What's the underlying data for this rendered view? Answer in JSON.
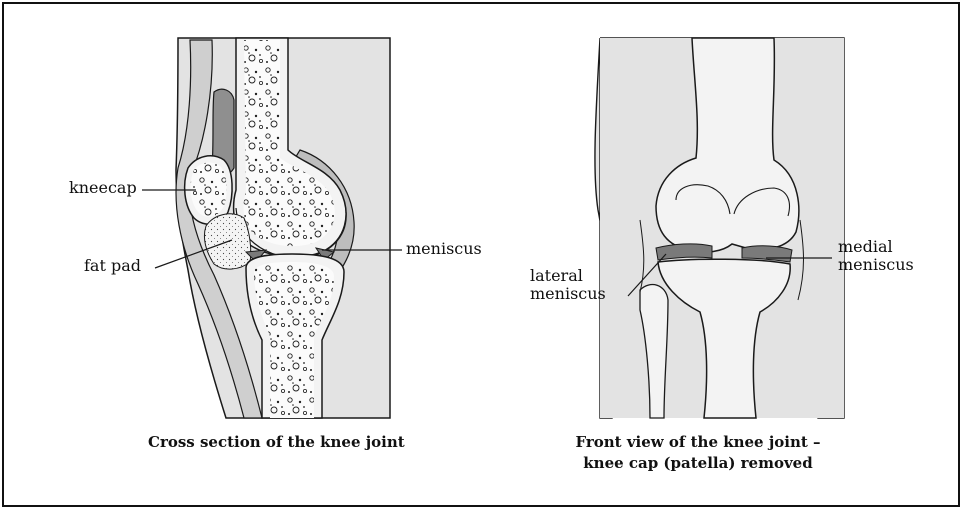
{
  "diagrams": {
    "cross_section": {
      "labels": {
        "kneecap": "kneecap",
        "fat_pad": "fat pad",
        "meniscus": "meniscus"
      },
      "caption": "Cross section of the knee joint"
    },
    "front_view": {
      "labels": {
        "lateral_meniscus": [
          "lateral",
          "meniscus"
        ],
        "medial_meniscus": [
          "medial",
          "meniscus"
        ]
      },
      "caption": [
        "Front view of the knee joint –",
        "knee cap (patella) removed"
      ]
    }
  },
  "colors": {
    "skin": "#e3e3e3",
    "bone": "#f3f3f3",
    "marrow": "#ffffff",
    "cartilage": "#fafafa",
    "soft_tissue": "#8f8f8f",
    "meniscus": "#7a7a7a",
    "line": "#1a1a1a"
  }
}
